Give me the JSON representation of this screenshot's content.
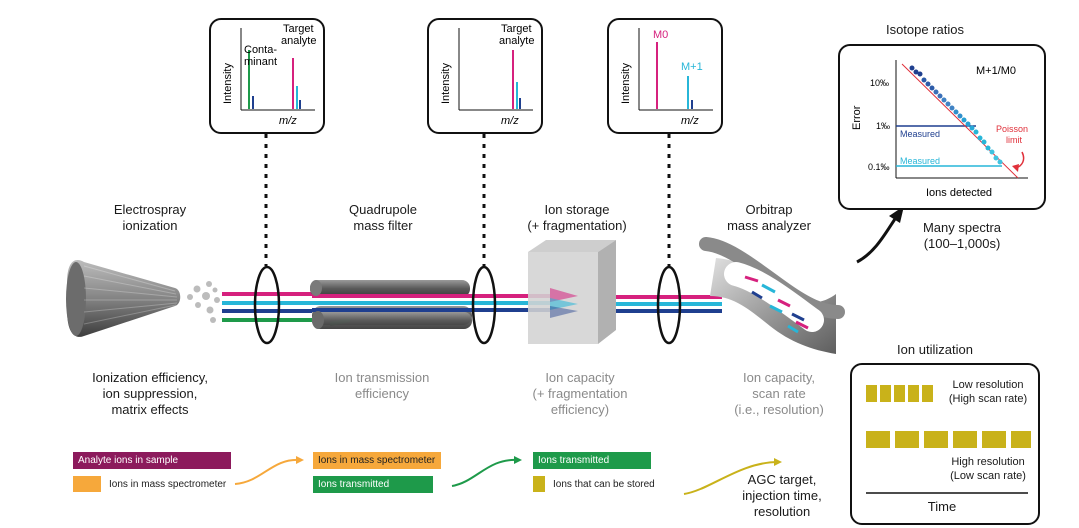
{
  "stages": {
    "electrospray": {
      "title": "Electrospray\nionization",
      "metric": "Ionization efficiency,\nion suppression,\nmatrix effects"
    },
    "quadrupole": {
      "title": "Quadrupole\nmass filter",
      "metric": "Ion transmission\nefficiency"
    },
    "ion_storage": {
      "title": "Ion storage\n(+ fragmentation)",
      "metric": "Ion capacity\n(+ fragmentation\nefficiency)"
    },
    "orbitrap": {
      "title": "Orbitrap\nmass analyzer",
      "metric": "Ion capacity,\nscan rate\n(i.e., resolution)"
    }
  },
  "spectra": {
    "s1": {
      "ylabel": "Intensity",
      "xlabel": "m/z",
      "contaminant": "Conta-\nminant",
      "target": "Target\nanalyte"
    },
    "s2": {
      "ylabel": "Intensity",
      "xlabel": "m/z",
      "target": "Target\nanalyte"
    },
    "s3": {
      "ylabel": "Intensity",
      "xlabel": "m/z",
      "m0": "M0",
      "m1": "M+1"
    }
  },
  "isotope": {
    "heading": "Isotope ratios",
    "series_label": "M+1/M0",
    "ylabel": "Error",
    "xlabel": "Ions detected",
    "ticks": [
      "10‰",
      "1‰",
      "0.1‰"
    ],
    "measured_dark": "Measured",
    "measured_light": "Measured",
    "poisson": "Poisson\nlimit"
  },
  "many_spectra": "Many spectra\n(100–1,000s)",
  "utilization": {
    "heading": "Ion utilization",
    "low_res": "Low resolution\n(High scan rate)",
    "high_res": "High resolution\n(Low scan rate)",
    "time": "Time"
  },
  "legend": {
    "analyte_ions": "Analyte ions in sample",
    "ions_in_ms_1": "Ions in mass spectrometer",
    "ions_in_ms_2": "Ions in mass spectrometer",
    "ions_transmitted_1": "Ions transmitted",
    "ions_transmitted_2": "Ions transmitted",
    "ions_stored": "Ions that can be stored"
  },
  "agc": "AGC target,\ninjection time,\nresolution",
  "colors": {
    "magenta": "#d6217e",
    "cyan": "#27b6d8",
    "navy": "#1f3f8f",
    "green": "#1e9a4a",
    "purple": "#8c1a5c",
    "orange": "#f6a83b",
    "olive": "#c9b21a",
    "red": "#e0303a"
  }
}
